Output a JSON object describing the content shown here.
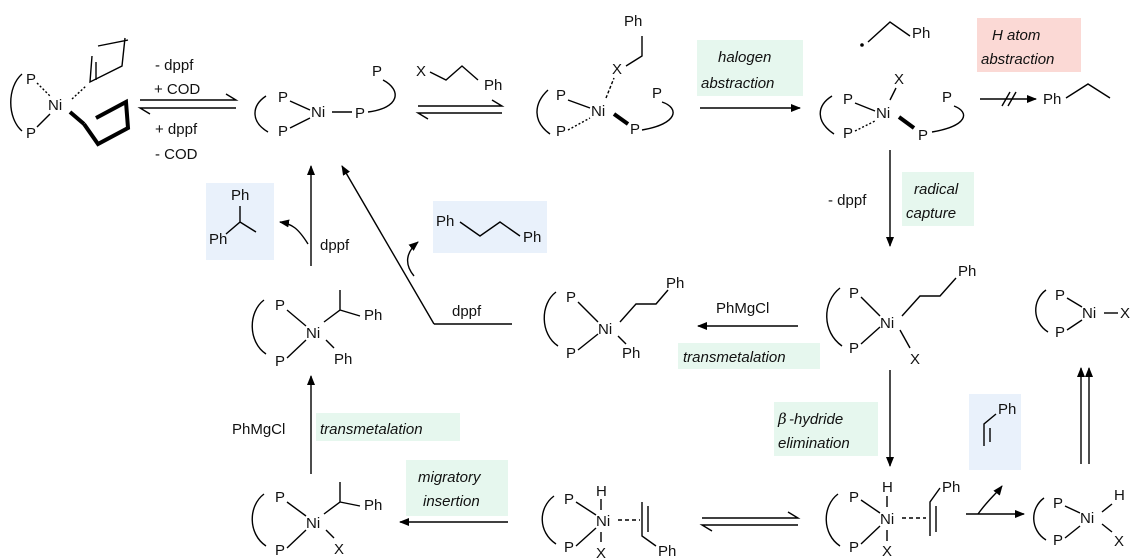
{
  "colors": {
    "green_box": "#e6f7ee",
    "red_box": "#fbd9d5",
    "blue_box": "#e9f1fb",
    "line": "#000000",
    "text": "#111111"
  },
  "atoms": {
    "P": "P",
    "Ni": "Ni",
    "X": "X",
    "H": "H",
    "Ph": "Ph"
  },
  "reagents": {
    "minus_dppf": "- dppf",
    "plus_cod": "+ COD",
    "plus_dppf": "+ dppf",
    "minus_cod": "- COD",
    "dppf": "dppf",
    "phmgcl": "PhMgCl"
  },
  "steps": {
    "halogen": "halogen",
    "abstraction": "abstraction",
    "h_atom": "H atom",
    "h_abstraction": "abstraction",
    "radical": "radical",
    "capture": "capture",
    "transmetalation": "transmetalation",
    "beta": "β",
    "hydride": "-hydride",
    "elimination": "elimination",
    "migratory": "migratory",
    "insertion": "insertion"
  }
}
